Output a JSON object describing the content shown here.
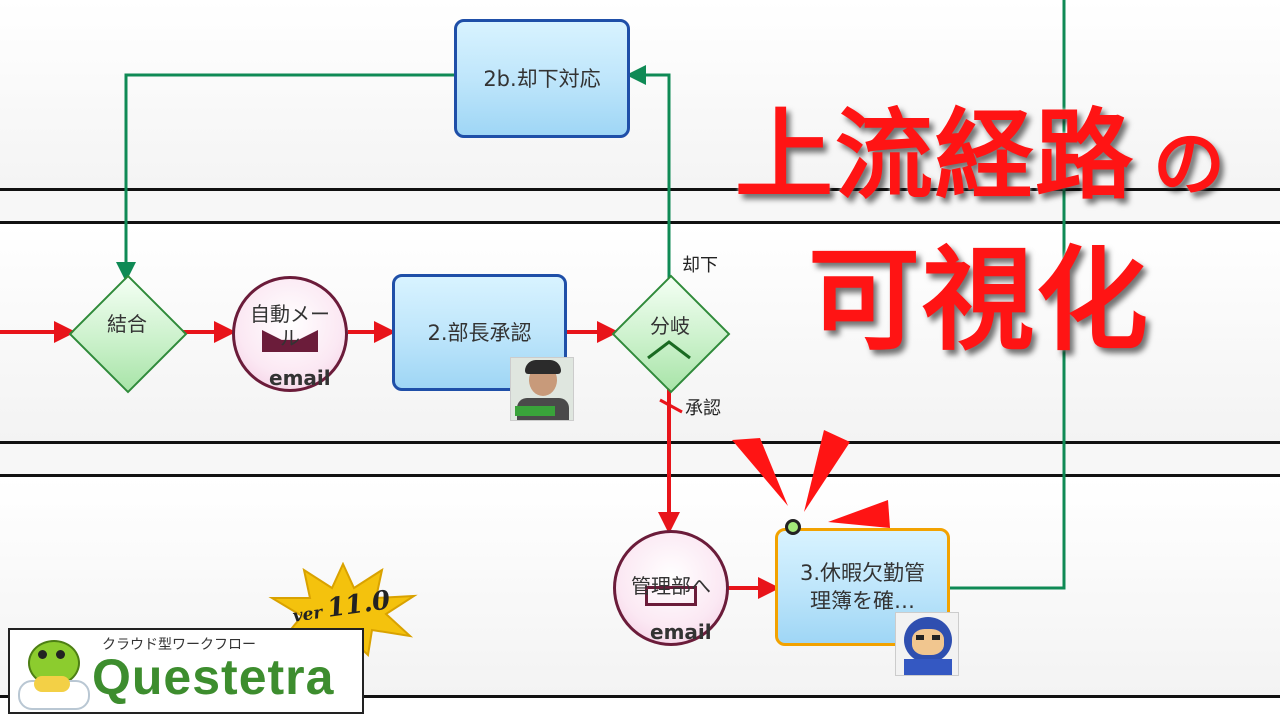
{
  "headline": {
    "line1": "上流経路",
    "particle": "の",
    "line2": "可視化",
    "color": "#ff1414"
  },
  "nodes": {
    "task_reject": "2b.却下対応",
    "task_manager_approval": "2.部長承認",
    "task_check_line1": "3.休暇欠勤管",
    "task_check_line2": "理簿を確…",
    "gateway_merge": "結合",
    "gateway_branch": "分岐",
    "email_auto_line1": "自動メー",
    "email_auto_line2": "ル",
    "email_admin": "管理部へ",
    "email_tag": "email"
  },
  "edge_labels": {
    "reject": "却下",
    "approve": "承認"
  },
  "colors": {
    "flow_active": "#e8141a",
    "flow_upstream": "#0f8a55",
    "task_border": "#1f4fa8",
    "task_selected_border": "#f2a200",
    "gateway_border": "#2f8b3a",
    "event_border": "#6b1c3a"
  },
  "logo": {
    "subtitle": "クラウド型ワークフロー",
    "wordmark": "Questetra",
    "version_prefix": "ver",
    "version_number": "11.0"
  },
  "icons": {
    "mascot": "frog-mascot-icon",
    "burst": "star-burst-icon",
    "attention": "attention-wedge-icon"
  }
}
